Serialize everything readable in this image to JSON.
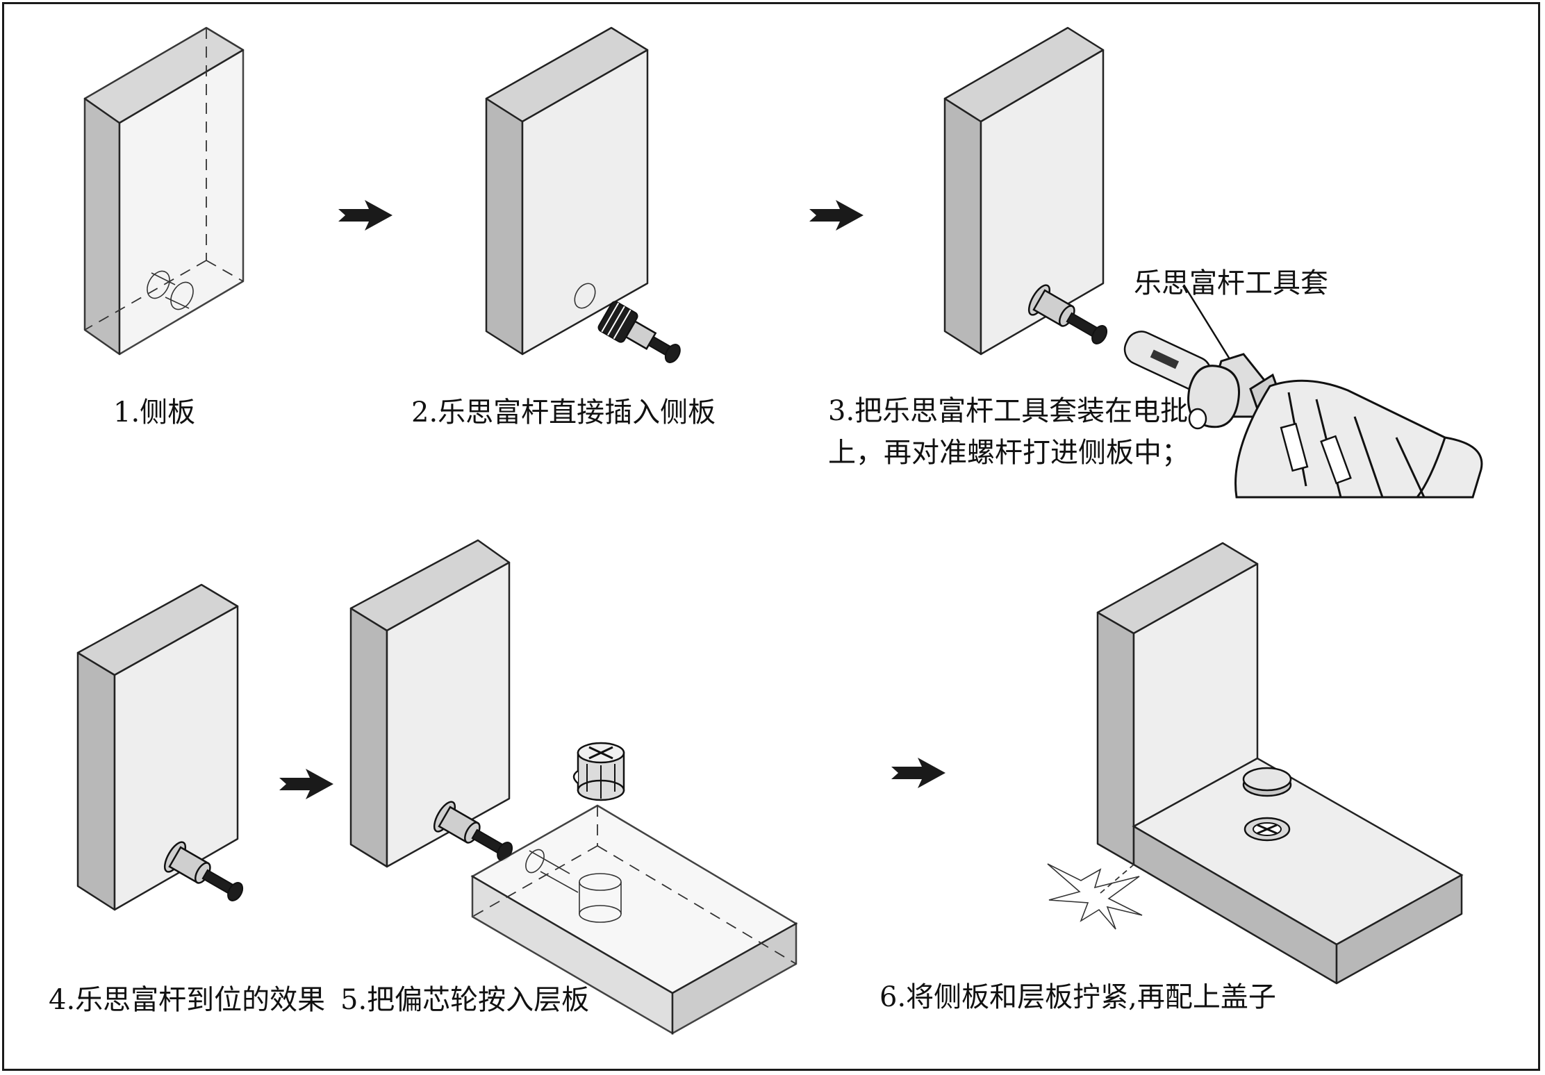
{
  "captions": {
    "step1": "1.侧板",
    "step2": "2.乐思富杆直接插入侧板",
    "step3_line1": "3.把乐思富杆工具套装在电批",
    "step3_line2": "上，再对准螺杆打进侧板中；",
    "tool_label": "乐思富杆工具套",
    "step4": "4.乐思富杆到位的效果",
    "step5": "5.把偏芯轮按入层板",
    "step6": "6.将侧板和层板拧紧,再配上盖子"
  },
  "colors": {
    "panel_front": "#eeeeee",
    "panel_top": "#d4d4d4",
    "panel_side": "#b8b8b8",
    "line": "#222222"
  },
  "icons": [
    "arrow-right-icon",
    "screw-bolt-icon",
    "cam-lock-icon",
    "cover-cap-icon",
    "electric-screwdriver-icon"
  ]
}
